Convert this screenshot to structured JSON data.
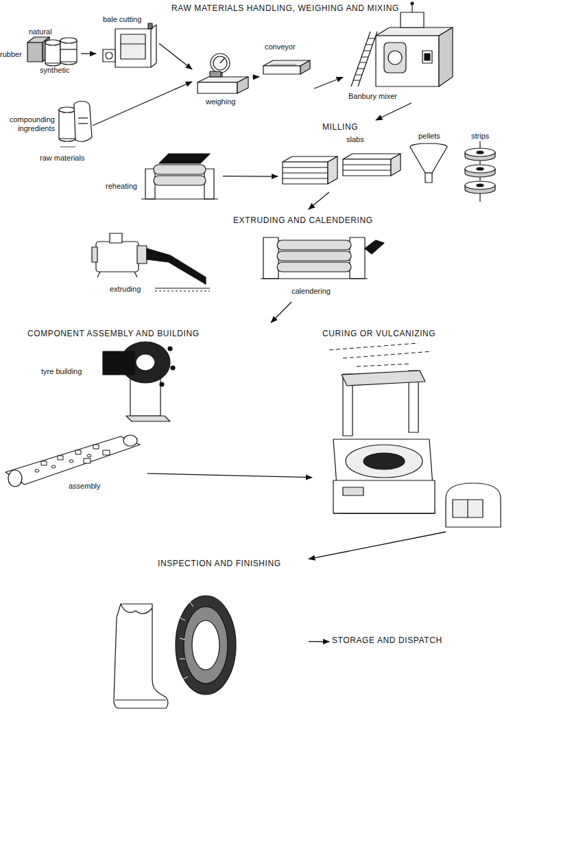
{
  "diagram": {
    "title": "RAW MATERIALS HANDLING, WEIGHING AND MIXING",
    "nodes": [
      {
        "text": [
          "natural",
          "rubber",
          "synthetic"
        ]
      },
      {
        "text": [
          "bale cutting"
        ]
      },
      {
        "text": [
          "compounding ingredients",
          "raw materials"
        ]
      },
      {
        "text": [
          "weighing"
        ]
      },
      {
        "text": [
          "conveyor"
        ]
      },
      {
        "text": [
          "Banbury mixer"
        ]
      },
      {
        "text": [
          "MILLING"
        ]
      },
      {
        "text": [
          "reheating"
        ],
        "in": 6
      },
      {
        "text": [
          "slabs"
        ],
        "in": 6
      },
      {
        "text": [
          "pellets"
        ],
        "in": 6
      },
      {
        "text": [
          "strips"
        ],
        "in": 6
      },
      {
        "text": [
          "EXTRUDING AND CALENDERING"
        ]
      },
      {
        "text": [
          "extruding"
        ],
        "in": 11
      },
      {
        "text": [
          "calendering"
        ],
        "in": 11
      },
      {
        "text": [
          "COMPONENT ASSEMBLY AND BUILDING"
        ]
      },
      {
        "text": [
          "tyre building"
        ],
        "in": 14
      },
      {
        "text": [
          "assembly"
        ],
        "in": 14
      },
      {
        "text": [
          "CURING OR VULCANIZING"
        ]
      },
      {
        "text": [
          "INSPECTION AND FINISHING"
        ]
      },
      {
        "text": [
          "STORAGE AND DISPATCH"
        ]
      }
    ],
    "edges": [
      {
        "from": 0,
        "to": 1,
        "arrow": "to"
      },
      {
        "from": 1,
        "to": 3,
        "arrow": "to"
      },
      {
        "from": 2,
        "to": 3,
        "arrow": "to"
      },
      {
        "from": 3,
        "to": 4,
        "arrow": "to"
      },
      {
        "from": 4,
        "to": 5,
        "arrow": "to"
      },
      {
        "from": 5,
        "to": 6,
        "arrow": "to"
      },
      {
        "from": 7,
        "to": 8,
        "arrow": "to"
      },
      {
        "from": 8,
        "to": 11,
        "arrow": "to"
      },
      {
        "from": 13,
        "to": 14,
        "arrow": "to"
      },
      {
        "from": 16,
        "to": 17,
        "arrow": "to"
      },
      {
        "from": 17,
        "to": 18,
        "arrow": "to"
      },
      {
        "from": 18,
        "to": 19,
        "arrow": "to"
      }
    ]
  }
}
